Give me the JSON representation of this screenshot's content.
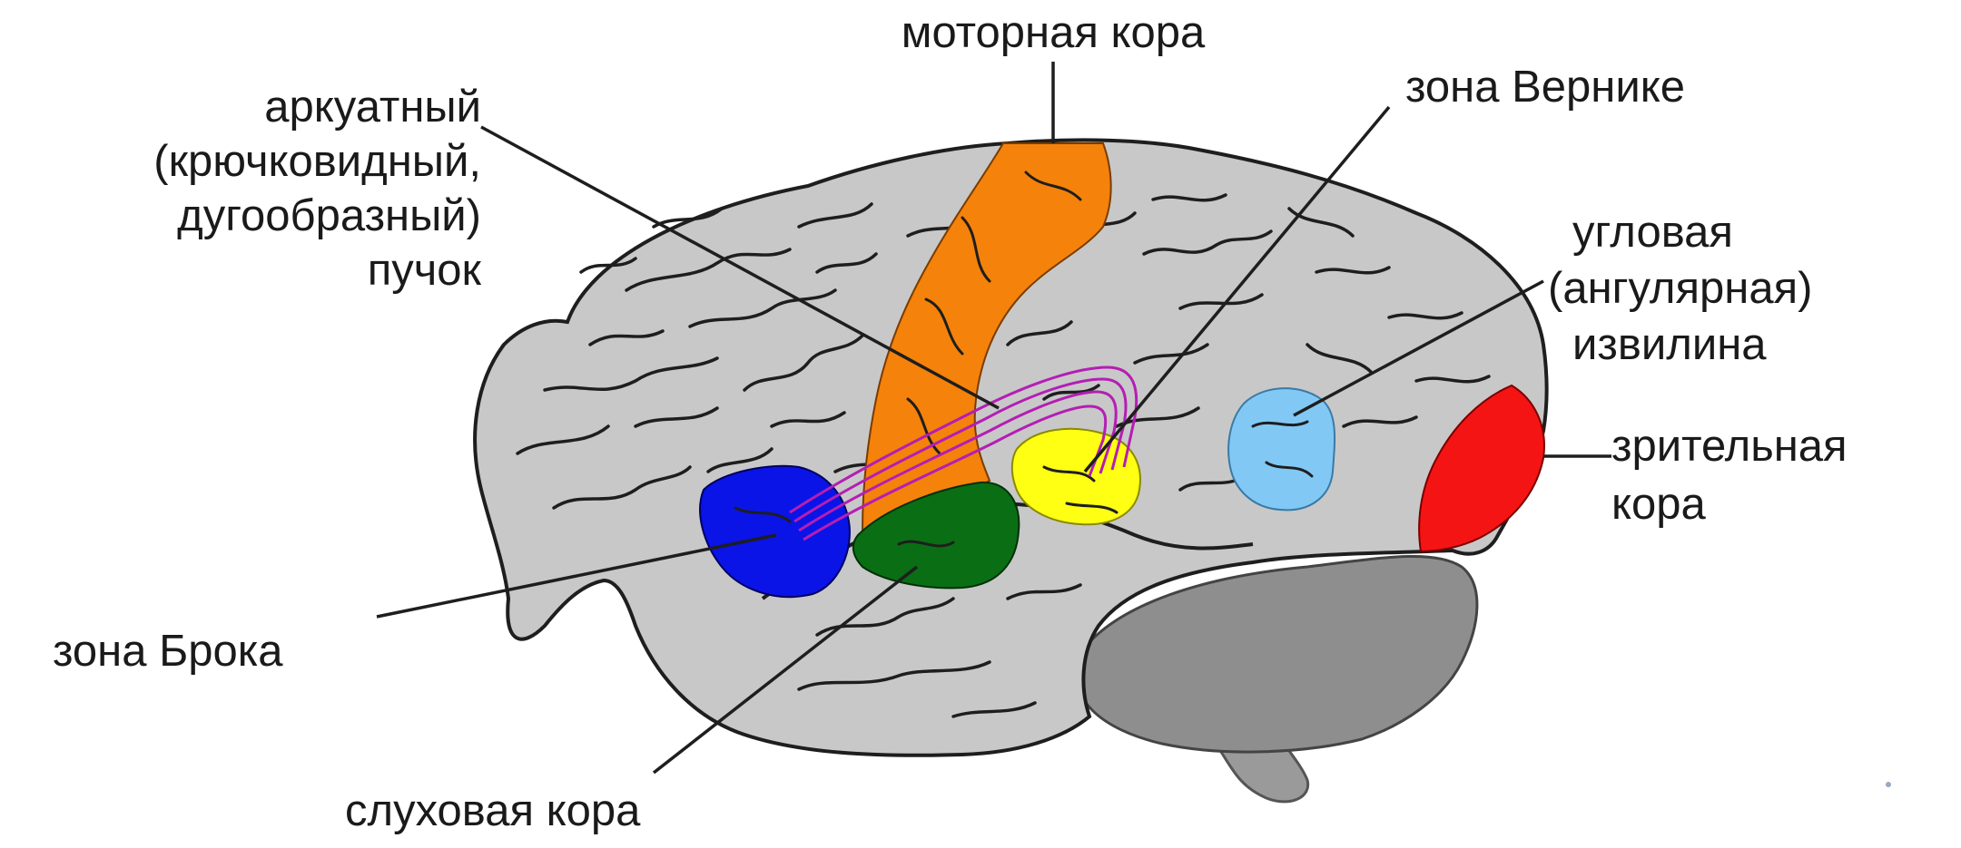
{
  "labels": {
    "motor_cortex": "моторная кора",
    "arcuate_fasciculus": [
      "аркуатный",
      "(крючковидный,",
      "дугообразный)",
      "пучок"
    ],
    "wernicke_area": "зона Вернике",
    "angular_gyrus": [
      "угловая",
      "(ангулярная)",
      "извилина"
    ],
    "visual_cortex": [
      "зрительная",
      "кора"
    ],
    "broca_area": "зона Брока",
    "auditory_cortex": "слуховая кора"
  },
  "colors": {
    "cortex": "#c8c8c8",
    "cerebellum": "#8e8e8e",
    "brainstem": "#9a9a9a",
    "sulci": "#1e1e1e",
    "motor_cortex": "#f5820a",
    "broca_area": "#0a14e6",
    "auditory_cortex": "#0a6e14",
    "wernicke_area": "#ffff14",
    "angular_gyrus": "#82c8f5",
    "visual_cortex": "#f51414",
    "arcuate_fasciculus": "#b41eb4",
    "leader_lines": "#1e1e1e"
  }
}
